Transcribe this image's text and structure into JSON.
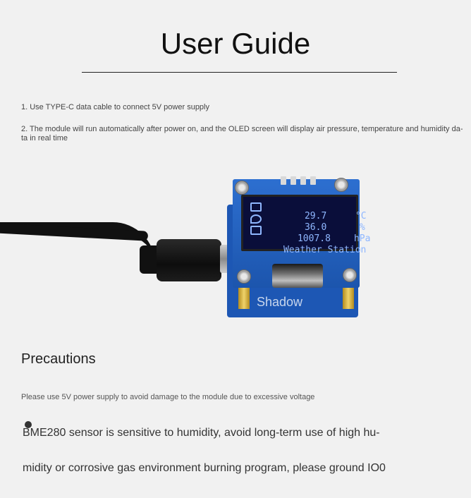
{
  "title": "User Guide",
  "steps": [
    "1. Use TYPE-C data cable to connect 5V power supply",
    "2. The module will run automatically after power on, and the OLED screen will display air pressure, temperature and humidity da-ta in real time"
  ],
  "photo": {
    "oled": {
      "temperature": "29.7",
      "temperature_unit": "°C",
      "humidity": "36.0",
      "humidity_unit": "%",
      "pressure": "1007.8",
      "pressure_unit": "hPa",
      "footer": "Weather Station"
    },
    "silkscreen": "Shadow"
  },
  "precautions": {
    "heading": "Precautions",
    "note": "Please use 5V power supply to avoid damage to the module due to excessive voltage",
    "bullet_line1": "BME280 sensor is sensitive to humidity, avoid long-term use of high hu-",
    "bullet_line2": "midity or corrosive gas environment burning program, please ground IO0"
  }
}
